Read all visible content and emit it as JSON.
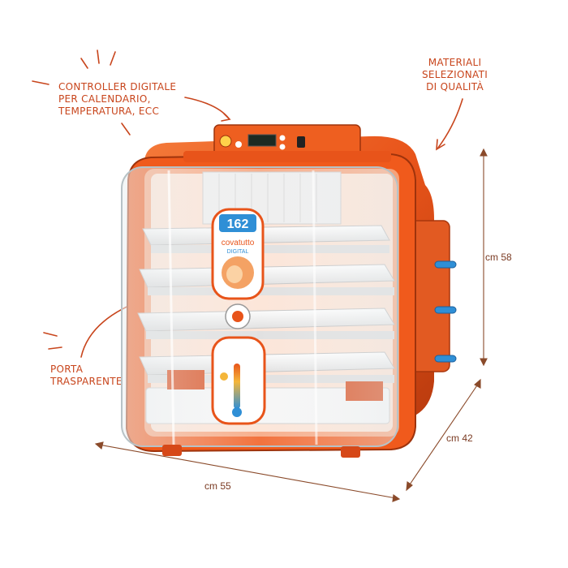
{
  "callouts": {
    "controller": [
      "CONTROLLER DIGITALE",
      "PER CALENDARIO,",
      "TEMPERATURA, ECC"
    ],
    "materials": [
      "MATERIALI",
      "SELEZIONATI",
      "DI QUALITÀ"
    ],
    "door": [
      "PORTA",
      "TRASPARENTE"
    ]
  },
  "dimensions": {
    "height": "cm 58",
    "depth": "cm 42",
    "width": "cm 55"
  },
  "product": {
    "badge_number": "162",
    "brand": "covatutto",
    "model": "DIGITAL"
  },
  "colors": {
    "accent": "#c8451c",
    "body": "#e8541a",
    "body_dark": "#b83a0e",
    "tray": "#f2f2f2",
    "knob": "#2f8fd6"
  }
}
